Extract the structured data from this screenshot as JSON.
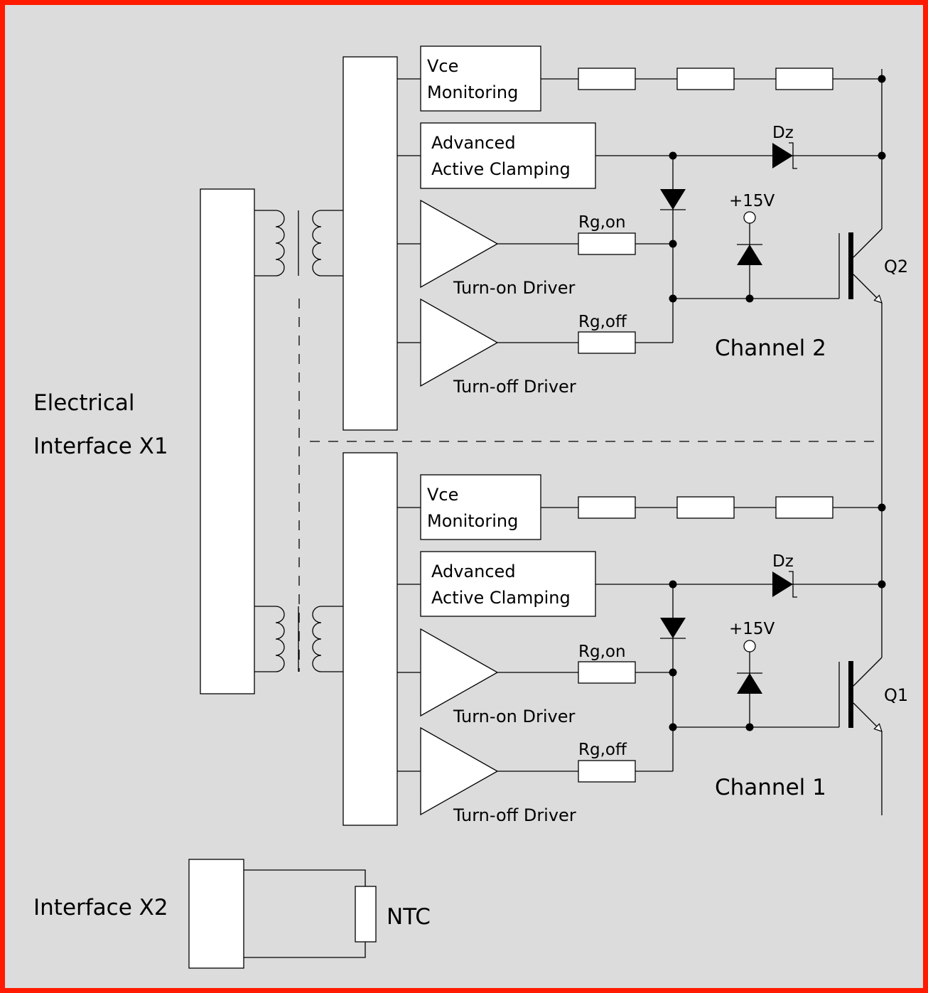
{
  "colors": {
    "frame": "#ff1a00",
    "background": "#dcdcdc",
    "block_fill": "#ffffff",
    "line": "#000000"
  },
  "labels": {
    "interface_x1_line1": "Electrical",
    "interface_x1_line2": "Interface X1",
    "interface_x2": "Interface X2",
    "ntc": "NTC"
  },
  "channels": [
    {
      "name": "Channel 2",
      "transistor": "Q2",
      "vce_line1": "Vce",
      "vce_line2": "Monitoring",
      "aac_line1": "Advanced",
      "aac_line2": "Active Clamping",
      "turn_on_driver": "Turn-on Driver",
      "turn_off_driver": "Turn-off Driver",
      "rg_on": "Rg,on",
      "rg_off": "Rg,off",
      "zener": "Dz",
      "supply": "+15V"
    },
    {
      "name": "Channel 1",
      "transistor": "Q1",
      "vce_line1": "Vce",
      "vce_line2": "Monitoring",
      "aac_line1": "Advanced",
      "aac_line2": "Active Clamping",
      "turn_on_driver": "Turn-on Driver",
      "turn_off_driver": "Turn-off Driver",
      "rg_on": "Rg,on",
      "rg_off": "Rg,off",
      "zener": "Dz",
      "supply": "+15V"
    }
  ]
}
